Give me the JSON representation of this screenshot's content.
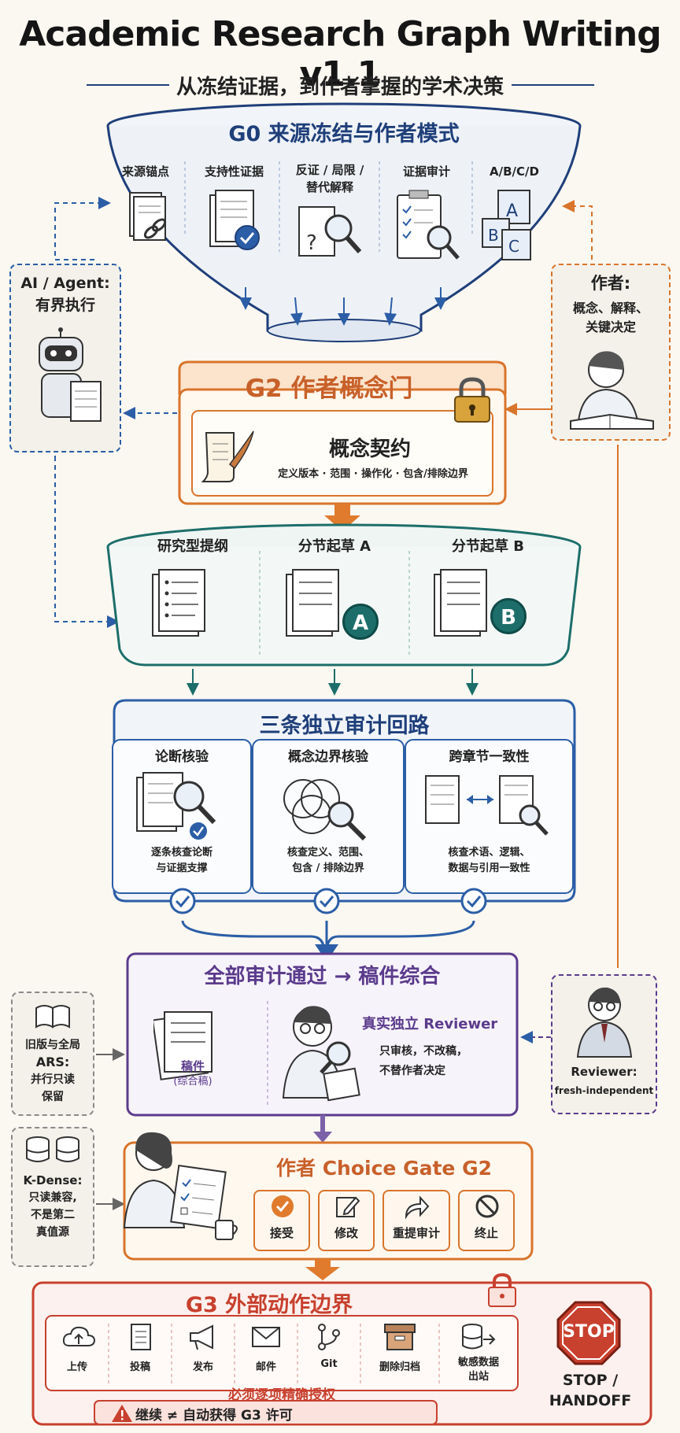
{
  "title": "Academic Research Graph Writing v1.1",
  "subtitle": "从冻结证据，到作者掌握的学术决策",
  "g0": {
    "title": "G0 来源冻结与作者模式",
    "items": [
      "来源锚点",
      "支持性证据",
      "反证 / 局限 /",
      "替代解释",
      "证据审计",
      "A/B/C/D"
    ]
  },
  "agent": {
    "title": "AI / Agent:",
    "sub": "有界执行"
  },
  "author": {
    "title": "作者:",
    "line1": "概念、解释、",
    "line2": "关键决定"
  },
  "g2": {
    "title": "G2 作者概念门",
    "contract": "概念契约",
    "contract_sub": "定义版本 · 范围 · 操作化 · 包含/排除边界"
  },
  "draft": {
    "items": [
      "研究型提纲",
      "分节起草 A",
      "分节起草 B"
    ],
    "badges": [
      "A",
      "B"
    ]
  },
  "audit": {
    "title": "三条独立审计回路",
    "cols": [
      {
        "name": "论断核验",
        "d1": "逐条核查论断",
        "d2": "与证据支撑"
      },
      {
        "name": "概念边界核验",
        "d1": "核查定义、范围、",
        "d2": "包含 / 排除边界"
      },
      {
        "name": "跨章节一致性",
        "d1": "核查术语、逻辑、",
        "d2": "数据与引用一致性"
      }
    ]
  },
  "synth": {
    "title": "全部审计通过 → 稿件综合",
    "manuscript": "稿件",
    "manuscript_sub": "(综合稿)",
    "reviewer_title": "真实独立 Reviewer",
    "reviewer_d1": "只审核，不改稿，",
    "reviewer_d2": "不替作者决定"
  },
  "left_boxes": [
    {
      "l1": "旧版与全局",
      "l2": "ARS:",
      "l3": "并行只读",
      "l4": "保留"
    },
    {
      "l1": "K-Dense:",
      "l2": "只读兼容,",
      "l3": "不是第二",
      "l4": "真值源"
    }
  ],
  "reviewer_box": {
    "l1": "Reviewer:",
    "l2": "fresh-independent"
  },
  "choice": {
    "title": "作者 Choice Gate G2",
    "options": [
      "接受",
      "修改",
      "重提审计",
      "终止"
    ]
  },
  "g3": {
    "title": "G3 外部动作边界",
    "actions": [
      "上传",
      "投稿",
      "发布",
      "邮件",
      "Git",
      "删除归档",
      "敏感数据",
      "出站"
    ],
    "must": "必须逐项精确授权",
    "warning": "继续 ≠ 自动获得 G3 许可",
    "stop_sign": "STOP",
    "stop_l1": "STOP /",
    "stop_l2": "HANDOFF"
  },
  "colors": {
    "navy": "#1f3f7a",
    "orange": "#d9742b",
    "teal": "#1d6e6a",
    "blue": "#2b5ea6",
    "purple": "#5b3b8c",
    "red": "#c8402e"
  }
}
